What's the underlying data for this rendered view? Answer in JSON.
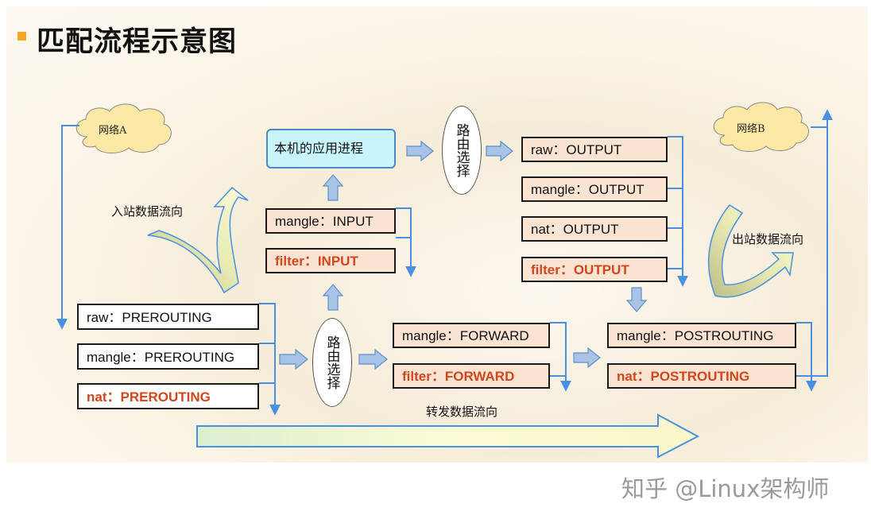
{
  "title": "匹配流程示意图",
  "clouds": {
    "a": "网络A",
    "b": "网络B"
  },
  "process": "本机的应用进程",
  "routing_decision": "路由选择",
  "flows": {
    "inbound": "入站数据流向",
    "outbound": "出站数据流向",
    "forward": "转发数据流向"
  },
  "prerouting": [
    "raw：PREROUTING",
    "mangle：PREROUTING",
    "nat：PREROUTING"
  ],
  "input": [
    "mangle：INPUT",
    "filter：INPUT"
  ],
  "forward": [
    "mangle：FORWARD",
    "filter：FORWARD"
  ],
  "output": [
    "raw：OUTPUT",
    "mangle：OUTPUT",
    "nat：OUTPUT",
    "filter：OUTPUT"
  ],
  "postrouting": [
    "mangle：POSTROUTING",
    "nat：POSTROUTING"
  ],
  "watermark": "知乎 @Linux架构师",
  "colors": {
    "line": "#4a90e2",
    "block_arrow": "#7aa3d2",
    "peach_box": "#fbe4d2",
    "red_text": "#d2461c",
    "process_fill": "#c8f4fb",
    "title_marker": "#f5a623"
  }
}
